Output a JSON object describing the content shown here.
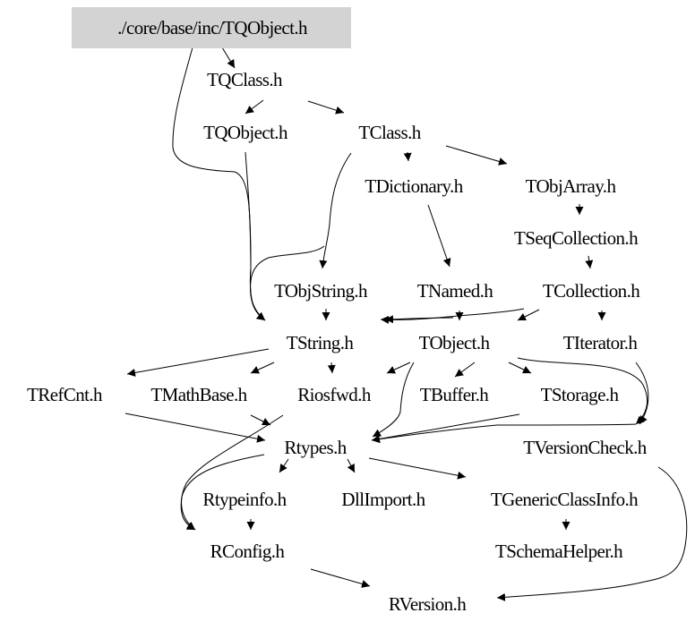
{
  "graph": {
    "root_fill": "#d3d3d3",
    "nodes": [
      {
        "id": "root",
        "label": "./core/base/inc/TQObject.h"
      },
      {
        "id": "tqclass",
        "label": "TQClass.h"
      },
      {
        "id": "tqobject",
        "label": "TQObject.h"
      },
      {
        "id": "tclass",
        "label": "TClass.h"
      },
      {
        "id": "tdictionary",
        "label": "TDictionary.h"
      },
      {
        "id": "tobjarray",
        "label": "TObjArray.h"
      },
      {
        "id": "tseqcollection",
        "label": "TSeqCollection.h"
      },
      {
        "id": "tobjstring",
        "label": "TObjString.h"
      },
      {
        "id": "tnamed",
        "label": "TNamed.h"
      },
      {
        "id": "tcollection",
        "label": "TCollection.h"
      },
      {
        "id": "tstring",
        "label": "TString.h"
      },
      {
        "id": "tobject",
        "label": "TObject.h"
      },
      {
        "id": "titerator",
        "label": "TIterator.h"
      },
      {
        "id": "trefcnt",
        "label": "TRefCnt.h"
      },
      {
        "id": "tmathbase",
        "label": "TMathBase.h"
      },
      {
        "id": "riosfwd",
        "label": "Riosfwd.h"
      },
      {
        "id": "tbuffer",
        "label": "TBuffer.h"
      },
      {
        "id": "tstorage",
        "label": "TStorage.h"
      },
      {
        "id": "rtypes",
        "label": "Rtypes.h"
      },
      {
        "id": "tversioncheck",
        "label": "TVersionCheck.h"
      },
      {
        "id": "rtypeinfo",
        "label": "Rtypeinfo.h"
      },
      {
        "id": "dllimport",
        "label": "DllImport.h"
      },
      {
        "id": "tgenericclassinfo",
        "label": "TGenericClassInfo.h"
      },
      {
        "id": "rconfig",
        "label": "RConfig.h"
      },
      {
        "id": "tschemahelper",
        "label": "TSchemaHelper.h"
      },
      {
        "id": "rversion",
        "label": "RVersion.h"
      }
    ],
    "edges": [
      [
        "root",
        "tqclass"
      ],
      [
        "tqclass",
        "tqobject"
      ],
      [
        "tqclass",
        "tclass"
      ],
      [
        "root",
        "tstring"
      ],
      [
        "tqobject",
        "tstring"
      ],
      [
        "tclass",
        "tobjstring"
      ],
      [
        "tclass",
        "tstring"
      ],
      [
        "tclass",
        "tdictionary"
      ],
      [
        "tclass",
        "tobjarray"
      ],
      [
        "tdictionary",
        "tnamed"
      ],
      [
        "tobjarray",
        "tseqcollection"
      ],
      [
        "tseqcollection",
        "tcollection"
      ],
      [
        "tobjstring",
        "tstring"
      ],
      [
        "tnamed",
        "tstring"
      ],
      [
        "tnamed",
        "tobject"
      ],
      [
        "tcollection",
        "tstring"
      ],
      [
        "tcollection",
        "tobject"
      ],
      [
        "tcollection",
        "titerator"
      ],
      [
        "tstring",
        "trefcnt"
      ],
      [
        "tstring",
        "tmathbase"
      ],
      [
        "tstring",
        "riosfwd"
      ],
      [
        "tobject",
        "riosfwd"
      ],
      [
        "tobject",
        "rtypes"
      ],
      [
        "tobject",
        "tbuffer"
      ],
      [
        "tobject",
        "tstorage"
      ],
      [
        "tobject",
        "tversioncheck"
      ],
      [
        "titerator",
        "tversioncheck"
      ],
      [
        "tmathbase",
        "rtypes"
      ],
      [
        "riosfwd",
        "rconfig"
      ],
      [
        "trefcnt",
        "rtypes"
      ],
      [
        "tstorage",
        "rtypes"
      ],
      [
        "tversioncheck",
        "rtypes"
      ],
      [
        "rtypes",
        "rtypeinfo"
      ],
      [
        "rtypes",
        "dllimport"
      ],
      [
        "rtypes",
        "tgenericclassinfo"
      ],
      [
        "rtypes",
        "rconfig"
      ],
      [
        "rtypeinfo",
        "rconfig"
      ],
      [
        "tgenericclassinfo",
        "tschemahelper"
      ],
      [
        "rconfig",
        "rversion"
      ],
      [
        "tversioncheck",
        "rversion"
      ]
    ]
  }
}
